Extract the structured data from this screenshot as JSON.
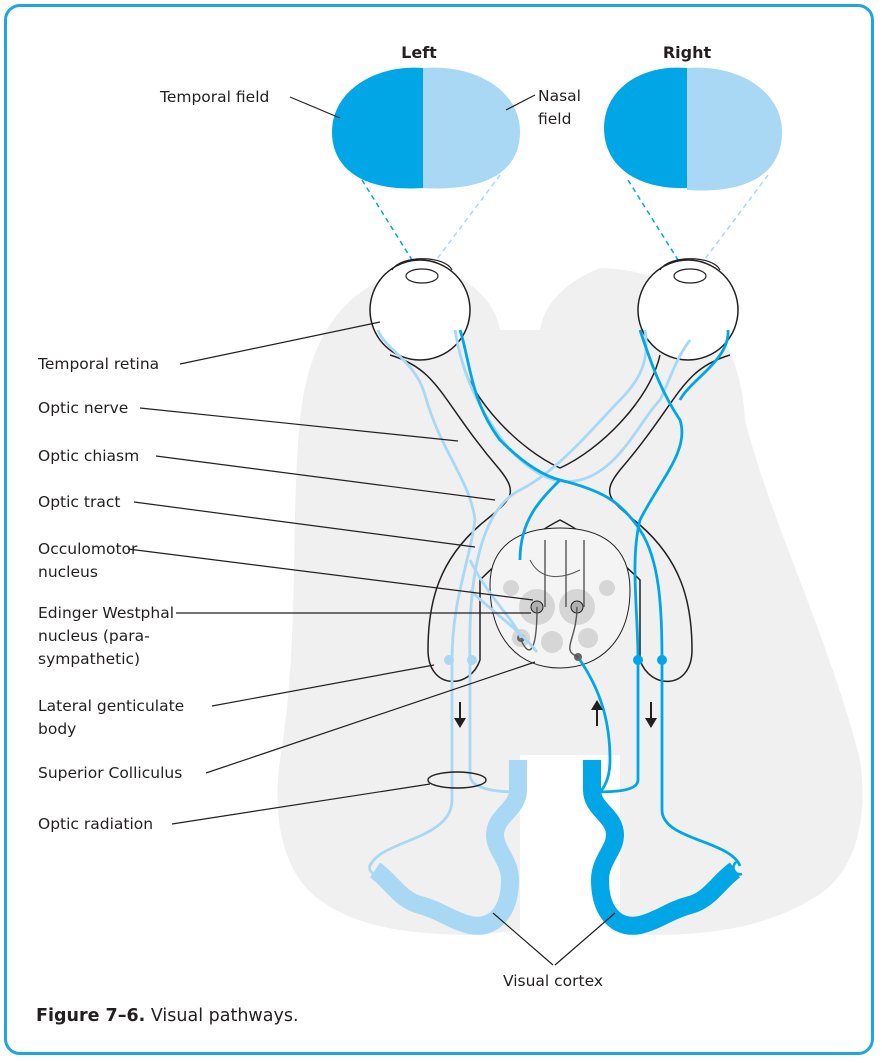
{
  "headers": {
    "left": "Left",
    "right": "Right"
  },
  "labels": {
    "temporal_field": "Temporal field",
    "nasal_field_1": "Nasal",
    "nasal_field_2": "field",
    "temporal_retina": "Temporal retina",
    "optic_nerve": "Optic nerve",
    "optic_chiasm": "Optic chiasm",
    "optic_tract": "Optic tract",
    "occulomotor_1": "Occulomotor",
    "occulomotor_2": "nucleus",
    "edinger_1": "Edinger Westphal",
    "edinger_2": "nucleus (para-",
    "edinger_3": "sympathetic)",
    "lgb_1": "Lateral genticulate",
    "lgb_2": "body",
    "superior_colliculus": "Superior Colliculus",
    "optic_radiation": "Optic radiation",
    "visual_cortex": "Visual cortex"
  },
  "caption": {
    "number": "Figure 7–6.",
    "text": " Visual pathways."
  },
  "colors": {
    "dark_blue": "#00a6e6",
    "light_blue": "#a8d8f4",
    "brain_gray": "#f0f0f0",
    "frame_blue": "#1ea6e0"
  }
}
